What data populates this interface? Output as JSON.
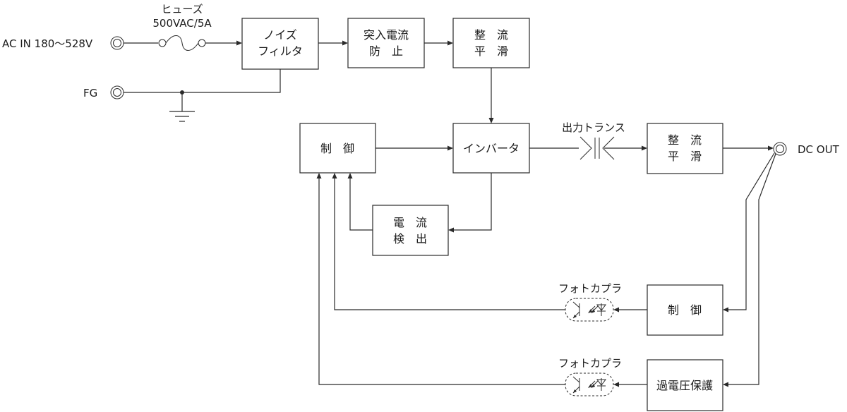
{
  "labels": {
    "ac_in": "AC IN 180～528V",
    "fg": "FG",
    "dc_out": "DC OUT",
    "fuse_line1": "ヒューズ",
    "fuse_line2": "500VAC/5A",
    "transformer": "出力トランス",
    "photocoupler_1": "フォトカプラ",
    "photocoupler_2": "フォトカプラ"
  },
  "blocks": {
    "noise_filter": [
      "ノイズ",
      "フィルタ"
    ],
    "inrush_protection": [
      "突入電流",
      "防　止"
    ],
    "rectifier_input": [
      "整　流",
      "平　滑"
    ],
    "control_main": [
      "制　御"
    ],
    "inverter": [
      "インバータ"
    ],
    "rectifier_output": [
      "整　流",
      "平　滑"
    ],
    "current_detection": [
      "電　流",
      "検　出"
    ],
    "control_feedback": [
      "制　御"
    ],
    "overvoltage_protection": [
      "過電圧保護"
    ]
  }
}
